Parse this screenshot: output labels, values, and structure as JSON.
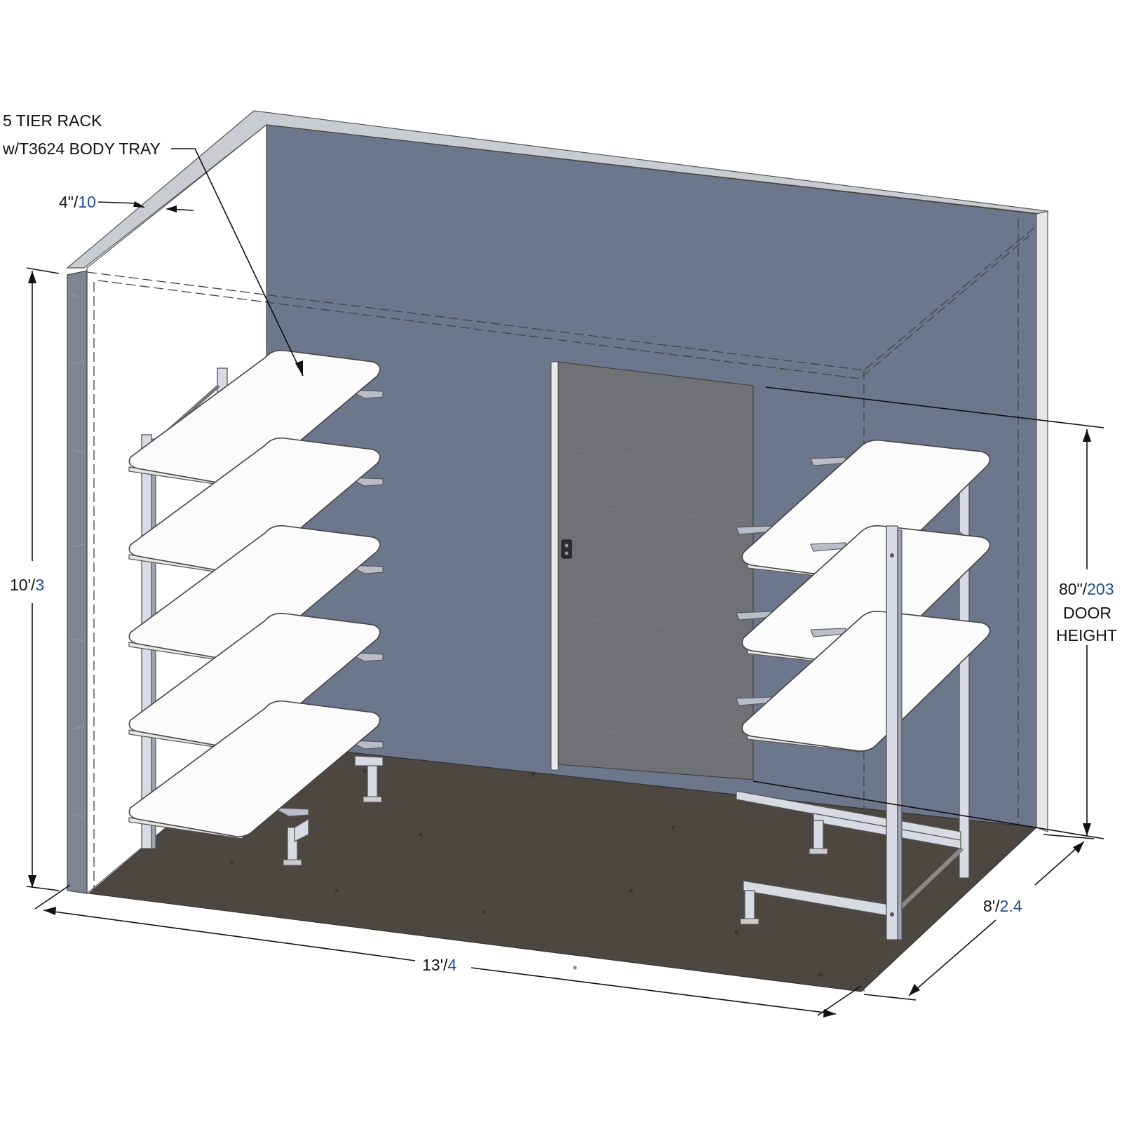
{
  "callout": {
    "line1": "5 TIER RACK",
    "line2": "w/T3624 BODY TRAY"
  },
  "dimensions": {
    "wall_thickness": {
      "imperial": "4\"/",
      "metric": "10"
    },
    "height": {
      "imperial": "10'/",
      "metric": "3"
    },
    "length": {
      "imperial": "13'/",
      "metric": "4"
    },
    "depth": {
      "imperial": "8'/",
      "metric": "2.4"
    },
    "door": {
      "imperial": "80\"/",
      "metric": "203",
      "line2": "DOOR",
      "line3": "HEIGHT"
    }
  },
  "colors": {
    "back_wall": "#6c778c",
    "wall_edge": "#c9ccd1",
    "left_wall_inner": "#ffffff",
    "left_wall_edge": "#7f8590",
    "door": "#6f7175",
    "floor": "#4d4741",
    "metric_text": "#1f4e8c",
    "tray": "#fbfbfb"
  },
  "icons": [
    "door-handle-icon"
  ]
}
